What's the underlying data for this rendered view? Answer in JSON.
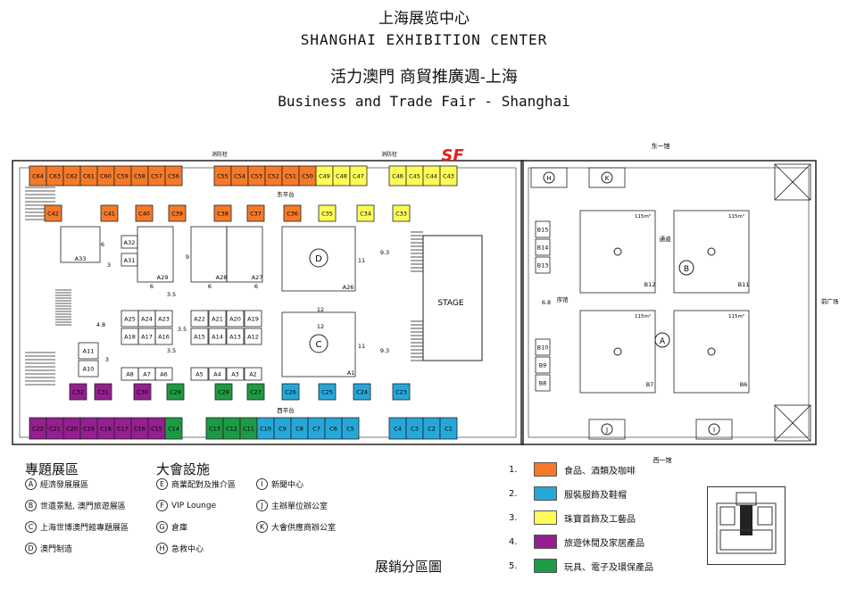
{
  "header": {
    "venue_cn": "上海展览中心",
    "venue_en": "SHANGHAI  EXHIBITION CENTER",
    "event_cn": "活力澳門 商貿推廣週-上海",
    "event_en": "Business and Trade Fair - Shanghai"
  },
  "colors": {
    "food": "#f47a2a",
    "apparel": "#27a7d8",
    "jewelry": "#fdfc58",
    "travel_home": "#941f8e",
    "toys_eco": "#1e9a45"
  },
  "map": {
    "sf_logo": "SF",
    "booths_top_row": [
      "C64",
      "C63",
      "C62",
      "C61",
      "C60",
      "C59",
      "C58",
      "C57",
      "C56",
      "C55",
      "C54",
      "C53",
      "C52",
      "C51",
      "C50",
      "C49",
      "C48",
      "C47",
      "C46",
      "C45",
      "C44",
      "C43"
    ],
    "booths_row2": [
      "C42",
      "C41",
      "C40",
      "C39",
      "C38",
      "C37",
      "C36",
      "C35",
      "C34",
      "C33"
    ],
    "booths_row3": [
      "C32",
      "C31",
      "C30",
      "C29",
      "C28",
      "C27",
      "C26",
      "C25",
      "C24",
      "C23"
    ],
    "booths_bottom_row": [
      "C22",
      "C21",
      "C20",
      "C19",
      "C18",
      "C17",
      "C16",
      "C15",
      "C14",
      "C13",
      "C12",
      "C11",
      "C10",
      "C9",
      "C8",
      "C7",
      "C6",
      "C5",
      "C4",
      "C3",
      "C2",
      "C1"
    ],
    "a_booths": [
      "A33",
      "A32",
      "A31",
      "A29",
      "A28",
      "A27",
      "A26",
      "A25",
      "A24",
      "A23",
      "A22",
      "A21",
      "A20",
      "A19",
      "A18",
      "A17",
      "A16",
      "A15",
      "A14",
      "A13",
      "A12",
      "A11",
      "A10",
      "A8",
      "A7",
      "A6",
      "A5",
      "A4",
      "A3",
      "A2",
      "A1"
    ],
    "b_booths": [
      "B15",
      "B14",
      "B13",
      "B12",
      "B11",
      "B10",
      "B9",
      "B8",
      "B7",
      "B6"
    ],
    "zone_d": "D",
    "zone_c": "C",
    "zone_b": "B",
    "zone_a": "A",
    "stage": "STAGE",
    "east_hall": "东一馆",
    "west_hall": "西一馆",
    "east_terrace": "东平台",
    "west_terrace": "西平台",
    "front_square": "前广场",
    "corridor": "通道",
    "preface_hall": "序馆",
    "fire_hydrant": "消防栓",
    "area_115": "115m²",
    "fac_h": "H",
    "fac_k": "K",
    "fac_j": "J",
    "fac_i": "I",
    "dims": {
      "d3": "3",
      "d6": "6",
      "d9": "9",
      "d11": "11",
      "d12": "12",
      "d35": "3.5",
      "d48": "4.8",
      "d93": "9.3",
      "d68": "6.8"
    }
  },
  "legend": {
    "themes_title": "專題展區",
    "themes": [
      {
        "key": "A",
        "label": "經濟發展展區"
      },
      {
        "key": "B",
        "label": "世遺景點, 澳門旅遊展區"
      },
      {
        "key": "C",
        "label": "上海世博澳門館專題展區"
      },
      {
        "key": "D",
        "label": "澳門制造"
      }
    ],
    "facilities_title": "大會設施",
    "facilities": [
      {
        "key": "E",
        "label": "商業配對及推介區"
      },
      {
        "key": "F",
        "label": "VIP Lounge"
      },
      {
        "key": "G",
        "label": "倉庫"
      },
      {
        "key": "H",
        "label": "急救中心"
      },
      {
        "key": "I",
        "label": "新聞中心"
      },
      {
        "key": "J",
        "label": "主辦單位辦公室"
      },
      {
        "key": "K",
        "label": "大會供應商辦公室"
      }
    ],
    "categories": [
      {
        "num": "1.",
        "label": "食品、酒類及咖啡"
      },
      {
        "num": "2.",
        "label": "服裝服飾及鞋帽"
      },
      {
        "num": "3.",
        "label": "珠寶首飾及工藝品"
      },
      {
        "num": "4.",
        "label": "旅遊休閒及家居產品"
      },
      {
        "num": "5.",
        "label": "玩具、電子及環保產品"
      }
    ],
    "plan_title": "展銷分區圖"
  }
}
